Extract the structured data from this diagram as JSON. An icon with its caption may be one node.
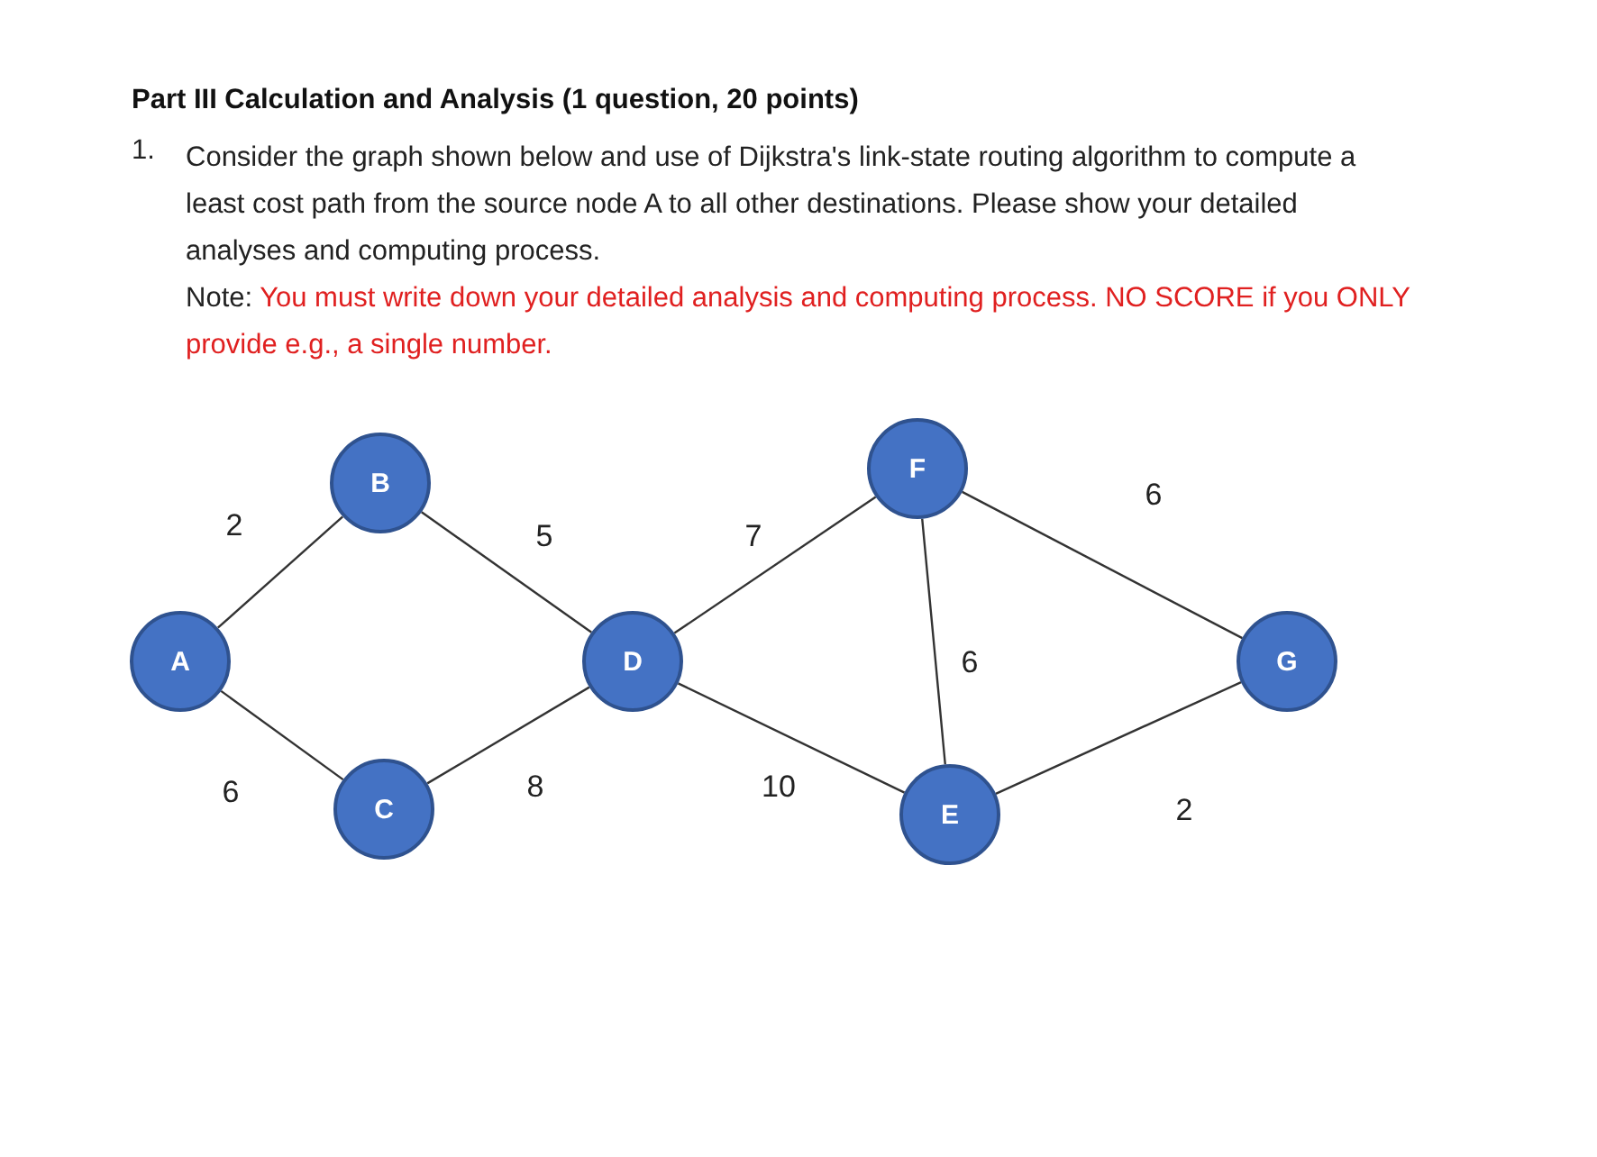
{
  "diagram": {
    "title": "Part III Calculation and Analysis (1 question, 20 points)",
    "nodes": [
      {
        "text": [
          "A"
        ]
      },
      {
        "text": [
          "B"
        ]
      },
      {
        "text": [
          "C"
        ]
      },
      {
        "text": [
          "D"
        ]
      },
      {
        "text": [
          "F"
        ]
      },
      {
        "text": [
          "E"
        ]
      },
      {
        "text": [
          "G"
        ]
      }
    ],
    "edges": [
      {
        "from": 0,
        "to": 1,
        "arrow": "none",
        "label": "2"
      },
      {
        "from": 0,
        "to": 2,
        "arrow": "none",
        "label": "6"
      },
      {
        "from": 1,
        "to": 3,
        "arrow": "none",
        "label": "5"
      },
      {
        "from": 2,
        "to": 3,
        "arrow": "none",
        "label": "8"
      },
      {
        "from": 3,
        "to": 4,
        "arrow": "none",
        "label": "7"
      },
      {
        "from": 3,
        "to": 5,
        "arrow": "none",
        "label": "10"
      },
      {
        "from": 4,
        "to": 5,
        "arrow": "none",
        "label": "6"
      },
      {
        "from": 4,
        "to": 6,
        "arrow": "none",
        "label": "6"
      },
      {
        "from": 5,
        "to": 6,
        "arrow": "none",
        "label": "2"
      }
    ],
    "labels": [
      "1.",
      "Consider the graph shown below and use of Dijkstra's link-state routing algorithm to compute a least cost path from the source node A to all other destinations. Please show your detailed analyses and computing process.",
      "Note:",
      "You must write down your detailed analysis and computing process. NO SCORE if you ONLY provide e.g., a single number."
    ]
  }
}
